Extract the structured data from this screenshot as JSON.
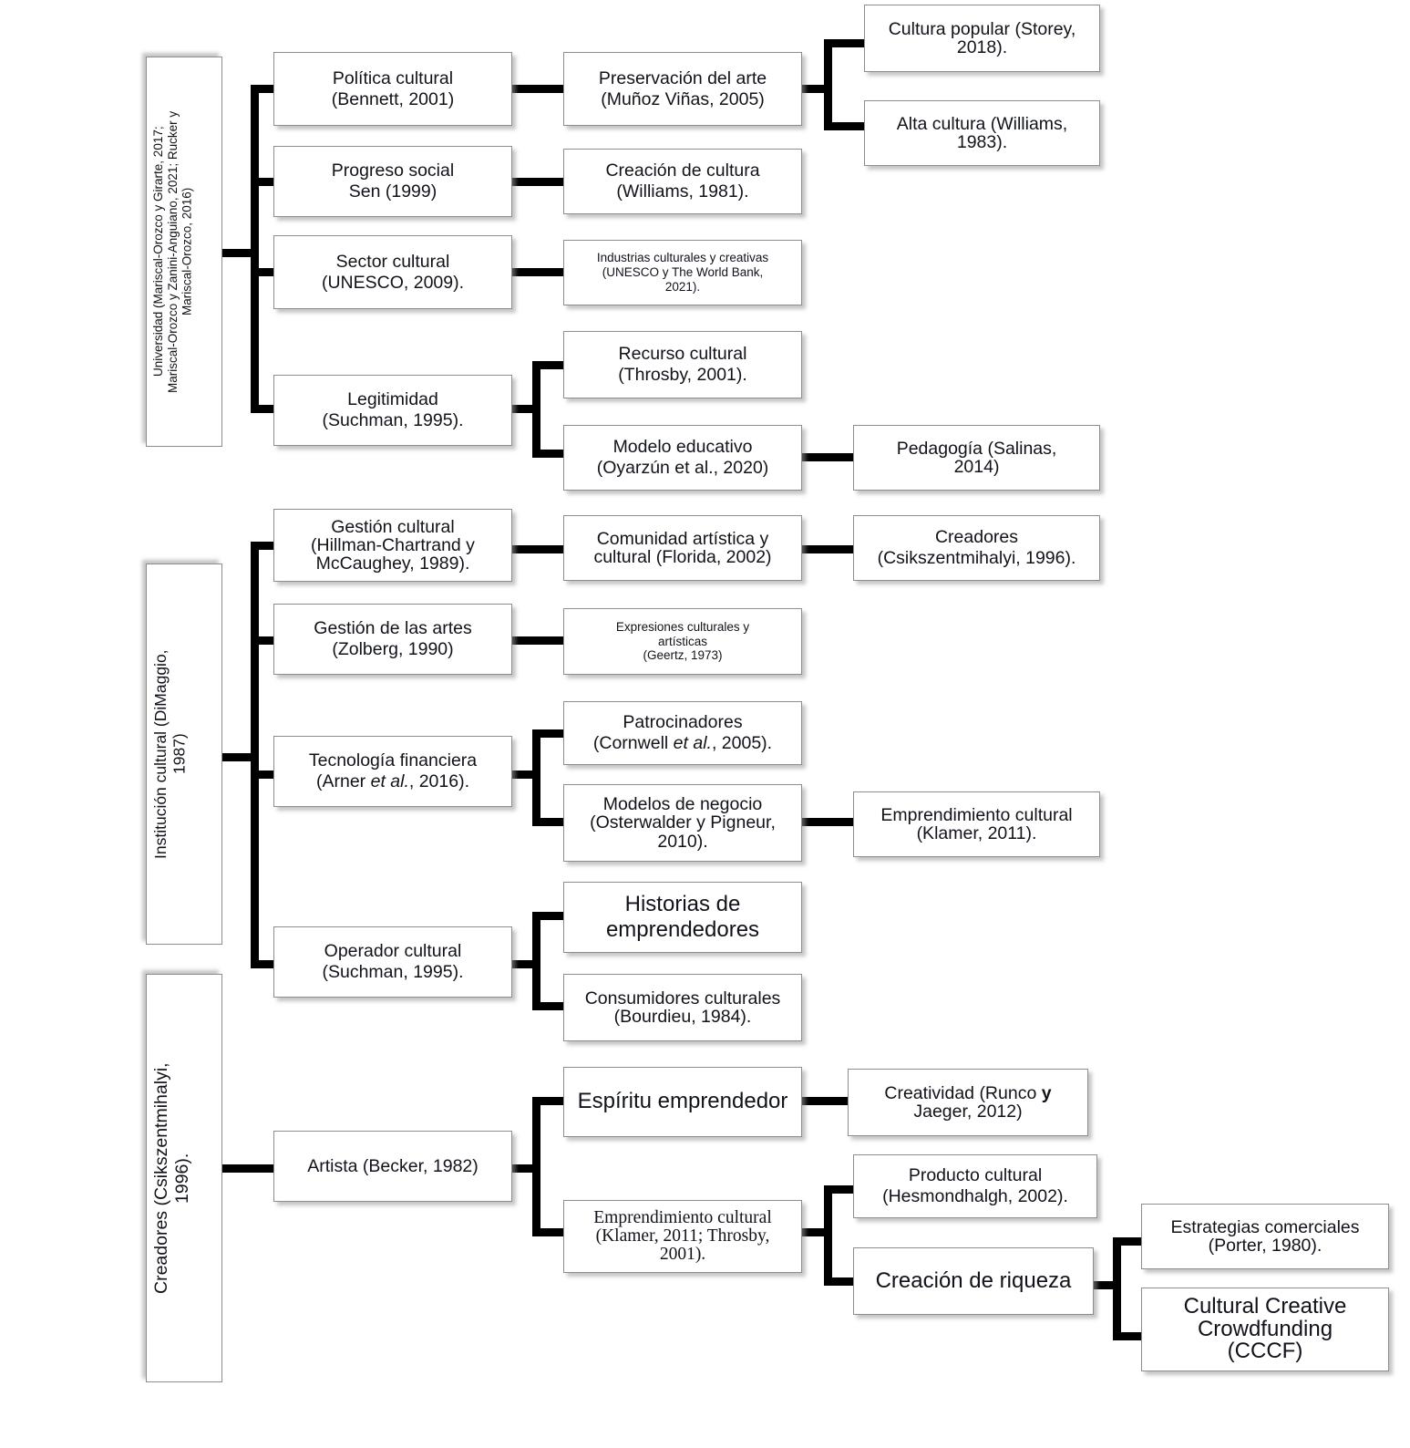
{
  "diagram": {
    "title_text_present": false,
    "colors": {
      "box_border": "#8d8d8d",
      "connector": "#000000",
      "text": "#11131a",
      "background": "#ffffff"
    },
    "roots": [
      {
        "id": "root-universidad",
        "label": "Universidad (Mariscal-Orozco y Girarte, 2017;\nMariscal-Orozco y Zanini-Anguiano, 2021; Rucker y\nMariscal-Orozco, 2016)"
      },
      {
        "id": "root-institucion",
        "label": "Institución cultural (DiMaggio,\n1987)"
      },
      {
        "id": "root-creadores",
        "label": "Creadores (Csikszentmihalyi,\n1996)."
      }
    ],
    "level1": [
      {
        "id": "politica-cultural",
        "label": "Política cultural\n(Bennett, 2001)"
      },
      {
        "id": "progreso-social",
        "label": "Progreso social\nSen (1999)"
      },
      {
        "id": "sector-cultural",
        "label": "Sector cultural\n(UNESCO, 2009)."
      },
      {
        "id": "legitimidad",
        "label": "Legitimidad\n(Suchman, 1995)."
      },
      {
        "id": "gestion-cultural",
        "label": "Gestión cultural\n(Hillman-Chartrand y\nMcCaughey, 1989)."
      },
      {
        "id": "gestion-artes",
        "label": "Gestión de las artes\n(Zolberg, 1990)"
      },
      {
        "id": "tecnologia-financiera",
        "label": "Tecnología financiera\n(Arner et al., 2016)."
      },
      {
        "id": "operador-cultural",
        "label": "Operador cultural\n(Suchman, 1995)."
      },
      {
        "id": "artista",
        "label": "Artista (Becker, 1982)"
      }
    ],
    "level2": [
      {
        "id": "preservacion-arte",
        "label": "Preservación del arte\n(Muñoz Viñas, 2005)"
      },
      {
        "id": "creacion-cultura",
        "label": "Creación de cultura\n(Williams, 1981)."
      },
      {
        "id": "industrias-culturales",
        "label": "Industrias culturales  y  creativas\n(UNESCO y The World Bank,\n2021)."
      },
      {
        "id": "recurso-cultural",
        "label": "Recurso cultural\n(Throsby, 2001)."
      },
      {
        "id": "modelo-educativo",
        "label": "Modelo educativo\n(Oyarzún et al., 2020)"
      },
      {
        "id": "comunidad-artistica",
        "label": "Comunidad artística y\ncultural (Florida, 2002)"
      },
      {
        "id": "expresiones-culturales",
        "label": "Expresiones  culturales  y\nartísticas\n(Geertz,  1973)"
      },
      {
        "id": "patrocinadores",
        "label": "Patrocinadores\n(Cornwell et al., 2005)."
      },
      {
        "id": "modelos-negocio",
        "label": "Modelos de negocio\n(Osterwalder y Pigneur,\n2010)."
      },
      {
        "id": "historias-emprendedores",
        "label": "Historias de\nemprendedores"
      },
      {
        "id": "consumidores-culturales",
        "label": "Consumidores culturales\n(Bourdieu, 1984)."
      },
      {
        "id": "espiritu-emprendedor",
        "label": "Espíritu emprendedor"
      },
      {
        "id": "emprendimiento-cultural-2",
        "label": "Emprendimiento cultural\n(Klamer, 2011; Throsby,\n2001)."
      }
    ],
    "level3": [
      {
        "id": "cultura-popular",
        "label": "Cultura popular (Storey,\n2018)."
      },
      {
        "id": "alta-cultura",
        "label": "Alta cultura (Williams,\n1983)."
      },
      {
        "id": "pedagogia",
        "label": "Pedagogía (Salinas,\n2014)"
      },
      {
        "id": "creadores-csik",
        "label": "Creadores\n(Csikszentmihalyi, 1996)."
      },
      {
        "id": "emprendimiento-cultural-klamer",
        "label": "Emprendimiento cultural\n(Klamer, 2011)."
      },
      {
        "id": "creatividad",
        "label_pre": "Creatividad (Runco ",
        "label_bold": "y",
        "label_post": "\nJaeger, 2012)"
      },
      {
        "id": "producto-cultural",
        "label": "Producto cultural\n(Hesmondhalgh, 2002)."
      },
      {
        "id": "creacion-riqueza",
        "label": "Creación de riqueza"
      }
    ],
    "level4": [
      {
        "id": "estrategias-comerciales",
        "label": "Estrategias comerciales\n(Porter, 1980)."
      },
      {
        "id": "cultural-creative-crowdfunding",
        "label": "Cultural Creative\nCrowdfunding\n(CCCF)"
      }
    ]
  }
}
